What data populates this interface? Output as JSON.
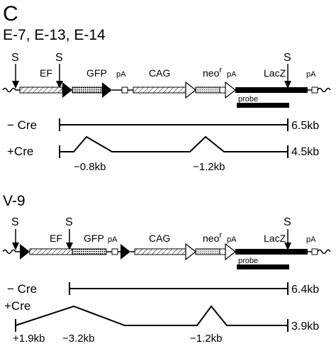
{
  "panel_label": "C",
  "constructs": [
    {
      "id": "top",
      "clones": "E-7, E-13, E-14",
      "sites": [
        "S",
        "S",
        "S"
      ],
      "elements": {
        "ef": "EF",
        "gfp": "GFP",
        "pa1": "pA",
        "cag": "CAG",
        "neo": "neo",
        "neo_sup": "r",
        "pa2": "pA",
        "lacz": "LacZ",
        "pa3": "pA",
        "probe": "probe"
      },
      "minus_cre": {
        "label": "− Cre",
        "size": "6.5kb"
      },
      "plus_cre": {
        "label": "+Cre",
        "size": "4.5kb",
        "deletions": [
          "−0.8kb",
          "−1.2kb"
        ]
      }
    },
    {
      "id": "bottom",
      "clones": "V-9",
      "sites": [
        "S",
        "S",
        "S"
      ],
      "elements": {
        "ef": "EF",
        "gfp": "GFP",
        "pa1": "pA",
        "cag": "CAG",
        "neo": "neo",
        "neo_sup": "r",
        "pa2": "pA",
        "lacz": "LacZ",
        "pa3": "pA",
        "probe": "probe"
      },
      "minus_cre": {
        "label": "− Cre",
        "size": "6.4kb"
      },
      "plus_cre": {
        "label": "+Cre",
        "size": "3.9kb",
        "deletions": [
          "+1.9kb",
          "−3.2kb",
          "−1.2kb"
        ]
      }
    }
  ]
}
